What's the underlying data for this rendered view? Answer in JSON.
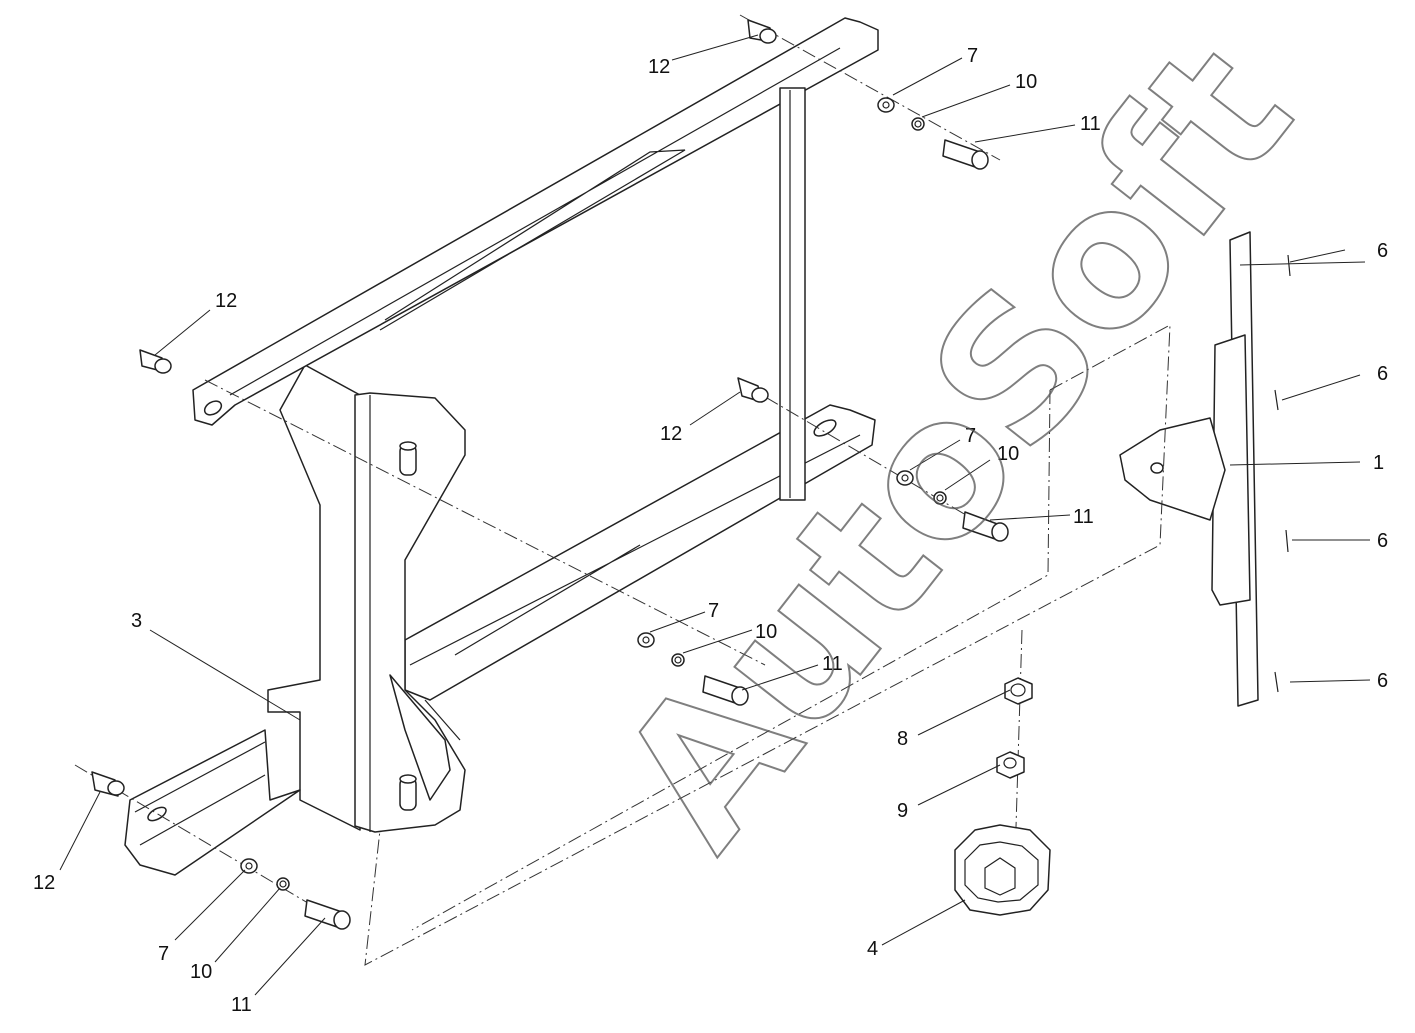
{
  "watermark": "AutoSoft",
  "callouts": {
    "c1": "1",
    "c3": "3",
    "c4": "4",
    "c6a": "6",
    "c6b": "6",
    "c6c": "6",
    "c6d": "6",
    "c7a": "7",
    "c7b": "7",
    "c7c": "7",
    "c7d": "7",
    "c8": "8",
    "c9": "9",
    "c10a": "10",
    "c10b": "10",
    "c10c": "10",
    "c10d": "10",
    "c11a": "11",
    "c11b": "11",
    "c11c": "11",
    "c11d": "11",
    "c12a": "12",
    "c12b": "12",
    "c12c": "12",
    "c12d": "12"
  }
}
